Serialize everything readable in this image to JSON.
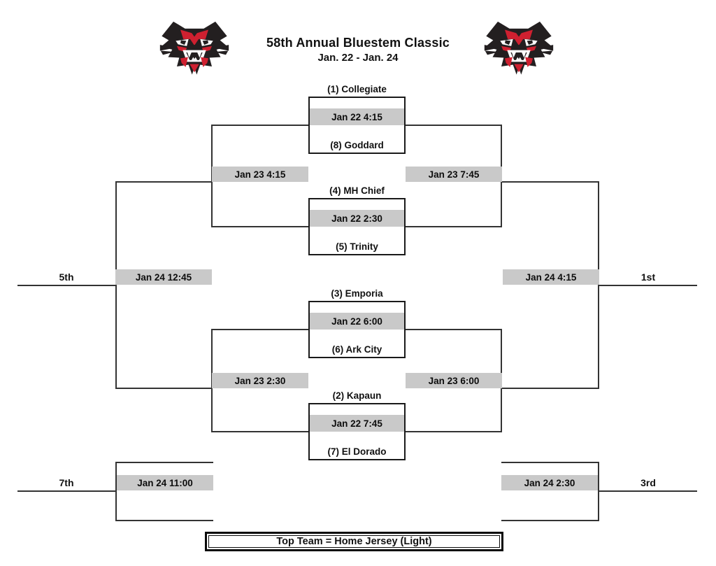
{
  "header": {
    "title": "58th Annual Bluestem Classic",
    "dates": "Jan. 22 - Jan. 24"
  },
  "games": [
    {
      "top": "(1) Collegiate",
      "bottom": "(8) Goddard",
      "time": "Jan 22 4:15"
    },
    {
      "top": "(4) MH Chief",
      "bottom": "(5) Trinity",
      "time": "Jan 22 2:30"
    },
    {
      "top": "(3) Emporia",
      "bottom": "(6) Ark City",
      "time": "Jan 22 6:00"
    },
    {
      "top": "(2) Kapaun",
      "bottom": "(7) El Dorado",
      "time": "Jan 22 7:45"
    }
  ],
  "rounds": {
    "consolation_semi_top": "Jan 23 4:15",
    "consolation_semi_bottom": "Jan 23 2:30",
    "winners_semi_top": "Jan 23 7:45",
    "winners_semi_bottom": "Jan 23 6:00",
    "fifth_place_game": "Jan 24 12:45",
    "championship_game": "Jan 24 4:15",
    "seventh_place_game": "Jan 24 11:00",
    "third_place_game": "Jan 24 2:30"
  },
  "placements": {
    "first": "1st",
    "third": "3rd",
    "fifth": "5th",
    "seventh": "7th"
  },
  "footer": {
    "note": "Top Team = Home Jersey (Light)"
  },
  "colors": {
    "line": "#333333",
    "band": "#c9c9c9",
    "logo_black": "#231f20",
    "logo_red": "#cf2030"
  }
}
